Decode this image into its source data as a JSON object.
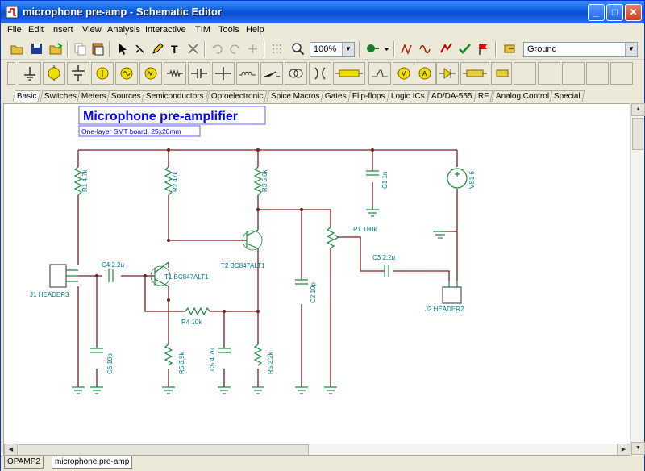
{
  "window": {
    "title": "microphone pre-amp - Schematic Editor"
  },
  "menu": [
    "File",
    "Edit",
    "Insert",
    "View",
    "Analysis",
    "Interactive",
    "TIM",
    "Tools",
    "Help"
  ],
  "toolbar": {
    "zoom_value": "100%",
    "ground_combo_value": "Ground"
  },
  "component_tabs": [
    "Basic",
    "Switches",
    "Meters",
    "Sources",
    "Semiconductors",
    "Optoelectronic",
    "Spice Macros",
    "Gates",
    "Flip-flops",
    "Logic ICs",
    "AD/DA-555",
    "RF",
    "Analog Control",
    "Special"
  ],
  "active_component_tab": "Basic",
  "schematic": {
    "title": "Microphone pre-amplifier",
    "subtitle": "One-layer SMT board, 25x20mm",
    "components": {
      "r1": "R1 4.7k",
      "r2": "R2 47k",
      "r3": "R3 5.6k",
      "c1": "C1 1n",
      "vs1": "VS1 6",
      "p1": "P1 100k",
      "c3": "C3 2.2u",
      "c4": "C4 2.2u",
      "t1": "T1 BC847ALT1",
      "t2": "T2 BC847ALT1",
      "r4": "R4 10k",
      "c2": "C2 10p",
      "c6": "C6 10p",
      "r6": "R6 3.9k",
      "c5": "C5 4.7u",
      "r5": "R5 2.2k",
      "j1": "J1 HEADER3",
      "j2": "J2 HEADER2"
    }
  },
  "sheet_tabs": [
    "OPAMP2",
    "microphone pre-amp"
  ],
  "active_sheet_tab": "microphone pre-amp",
  "colors": {
    "wire": "#7a1c1c",
    "component": "#008080",
    "title_text": "#0000ff",
    "titlebar": "#0a5ee0"
  }
}
